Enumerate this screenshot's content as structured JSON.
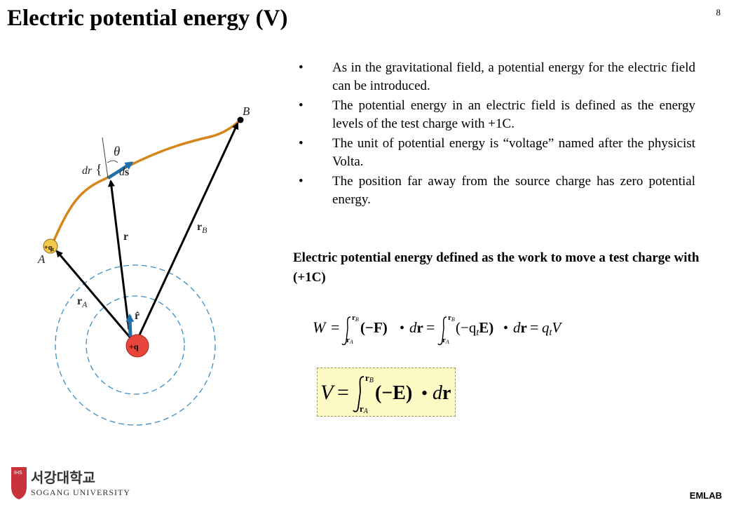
{
  "slide": {
    "title": "Electric potential energy (V)",
    "number": "8",
    "footer_label": "EMLAB"
  },
  "bullets": [
    "As in the gravitational field, a potential energy for the electric field can be introduced.",
    "The potential energy in an electric field is defined as the energy levels of the test charge with +1C.",
    "The unit of potential energy is “voltage” named after the physicist Volta.",
    "The position far away from the source charge has zero potential energy."
  ],
  "bullet_symbol": "•",
  "definition": "Electric potential energy defined as the work to move a test charge with (+1C)",
  "diagram": {
    "label_B": "B",
    "label_A": "A",
    "label_theta": "θ",
    "label_dr": "dr",
    "label_ds_d": "d",
    "label_ds_s": "s",
    "label_r": "r",
    "label_rB_r": "r",
    "label_rB_sub": "B",
    "label_rA_r": "r",
    "label_rA_sub": "A",
    "label_rhat": "r̂",
    "test_charge": "+q",
    "test_charge_sub": "t",
    "source_charge": "+q",
    "colors": {
      "path": "#d4861a",
      "arrow": "#000000",
      "ds_arrow": "#1f6fa8",
      "dashed": "#3b8ec4",
      "charge_fill": "#e8453c",
      "test_fill": "#f2c94c"
    }
  },
  "equation1": {
    "W": "W",
    "eq": "=",
    "upper": "r",
    "upper_sub": "B",
    "lower": "r",
    "lower_sub": "A",
    "term1": "(−F)",
    "dot": "•",
    "dr_d": "d",
    "dr_r": "r",
    "term2": "(−q",
    "term2_sub": "t",
    "term2_end": "E)",
    "q": "q",
    "q_sub": "t",
    "V": "V"
  },
  "equation2": {
    "V": "V",
    "eq": "=",
    "upper": "r",
    "upper_sub": "B",
    "lower": "r",
    "lower_sub": "A",
    "term": "(−E)",
    "dot": "•",
    "dr_d": "d",
    "dr_r": "r"
  },
  "logo": {
    "korean": "서강대학교",
    "english": "SOGANG UNIVERSITY",
    "shield_text": "IHS"
  }
}
